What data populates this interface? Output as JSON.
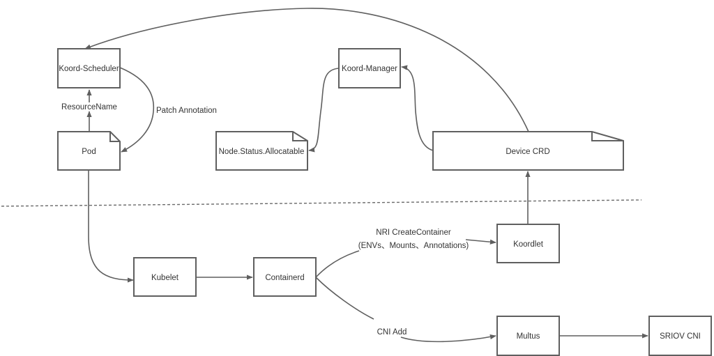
{
  "diagram": {
    "nodes": {
      "koord_scheduler": {
        "label": "Koord-Scheduler",
        "shape": "rectangle"
      },
      "pod": {
        "label": "Pod",
        "shape": "document"
      },
      "node_status_allocatable": {
        "label": "Node.Status.Allocatable",
        "shape": "document"
      },
      "koord_manager": {
        "label": "Koord-Manager",
        "shape": "rectangle"
      },
      "device_crd": {
        "label": "Device CRD",
        "shape": "document"
      },
      "kubelet": {
        "label": "Kubelet",
        "shape": "rectangle"
      },
      "containerd": {
        "label": "Containerd",
        "shape": "rectangle"
      },
      "koordlet": {
        "label": "Koordlet",
        "shape": "rectangle"
      },
      "multus": {
        "label": "Multus",
        "shape": "rectangle"
      },
      "sriov_cni": {
        "label": "SRIOV CNI",
        "shape": "rectangle"
      }
    },
    "edges": {
      "pod_to_scheduler": {
        "from": "Pod",
        "to": "Koord-Scheduler",
        "label": "ResourceName"
      },
      "scheduler_to_pod": {
        "from": "Koord-Scheduler",
        "to": "Pod",
        "label": "Patch Annotation"
      },
      "manager_to_allocatable": {
        "from": "Koord-Manager",
        "to": "Node.Status.Allocatable",
        "label": ""
      },
      "crd_to_manager": {
        "from": "Device CRD",
        "to": "Koord-Manager",
        "label": ""
      },
      "crd_to_scheduler": {
        "from": "Device CRD",
        "to": "Koord-Scheduler",
        "label": ""
      },
      "koordlet_to_crd": {
        "from": "Koordlet",
        "to": "Device CRD",
        "label": ""
      },
      "pod_to_kubelet": {
        "from": "Pod",
        "to": "Kubelet",
        "label": ""
      },
      "kubelet_to_containerd": {
        "from": "Kubelet",
        "to": "Containerd",
        "label": ""
      },
      "containerd_to_koordlet": {
        "from": "Containerd",
        "to": "Koordlet",
        "label_line1": "NRI CreateContainer",
        "label_line2": "(ENVs、Mounts、Annotations)"
      },
      "containerd_to_multus": {
        "from": "Containerd",
        "to": "Multus",
        "label": "CNI Add"
      },
      "multus_to_sriov": {
        "from": "Multus",
        "to": "SRIOV CNI",
        "label": ""
      }
    },
    "separator": {
      "style": "dashed",
      "meaning": "control-plane / node boundary"
    },
    "colors": {
      "stroke": "#5f5f5f",
      "text": "#333333",
      "background": "#ffffff"
    }
  }
}
